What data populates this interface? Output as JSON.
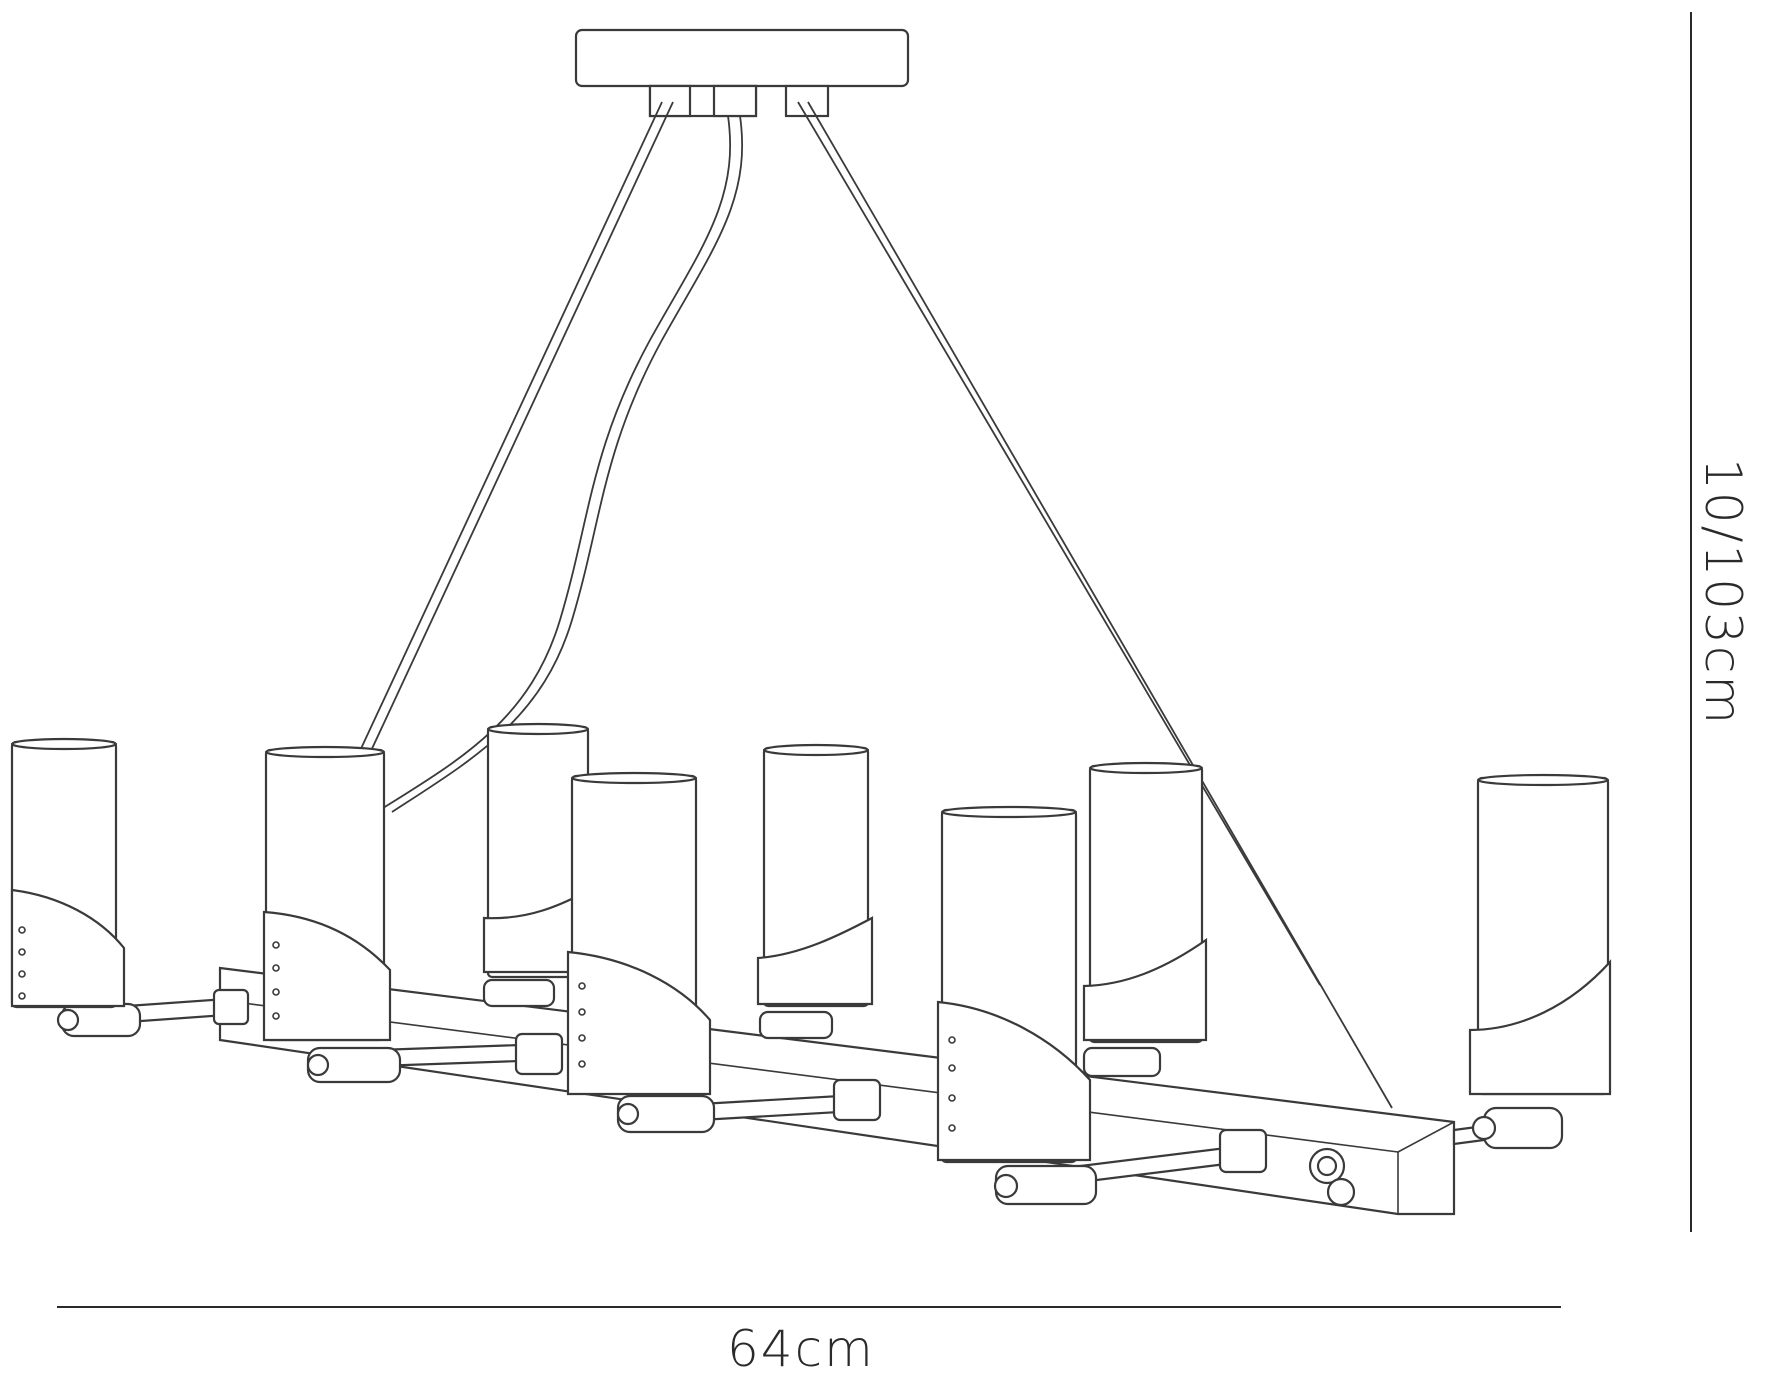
{
  "diagram": {
    "dimensions": {
      "width_label": "64cm",
      "height_label": "10/103cm"
    },
    "colors": {
      "line": "#3a3a3a",
      "background": "#ffffff"
    },
    "lamp_count": 8
  }
}
